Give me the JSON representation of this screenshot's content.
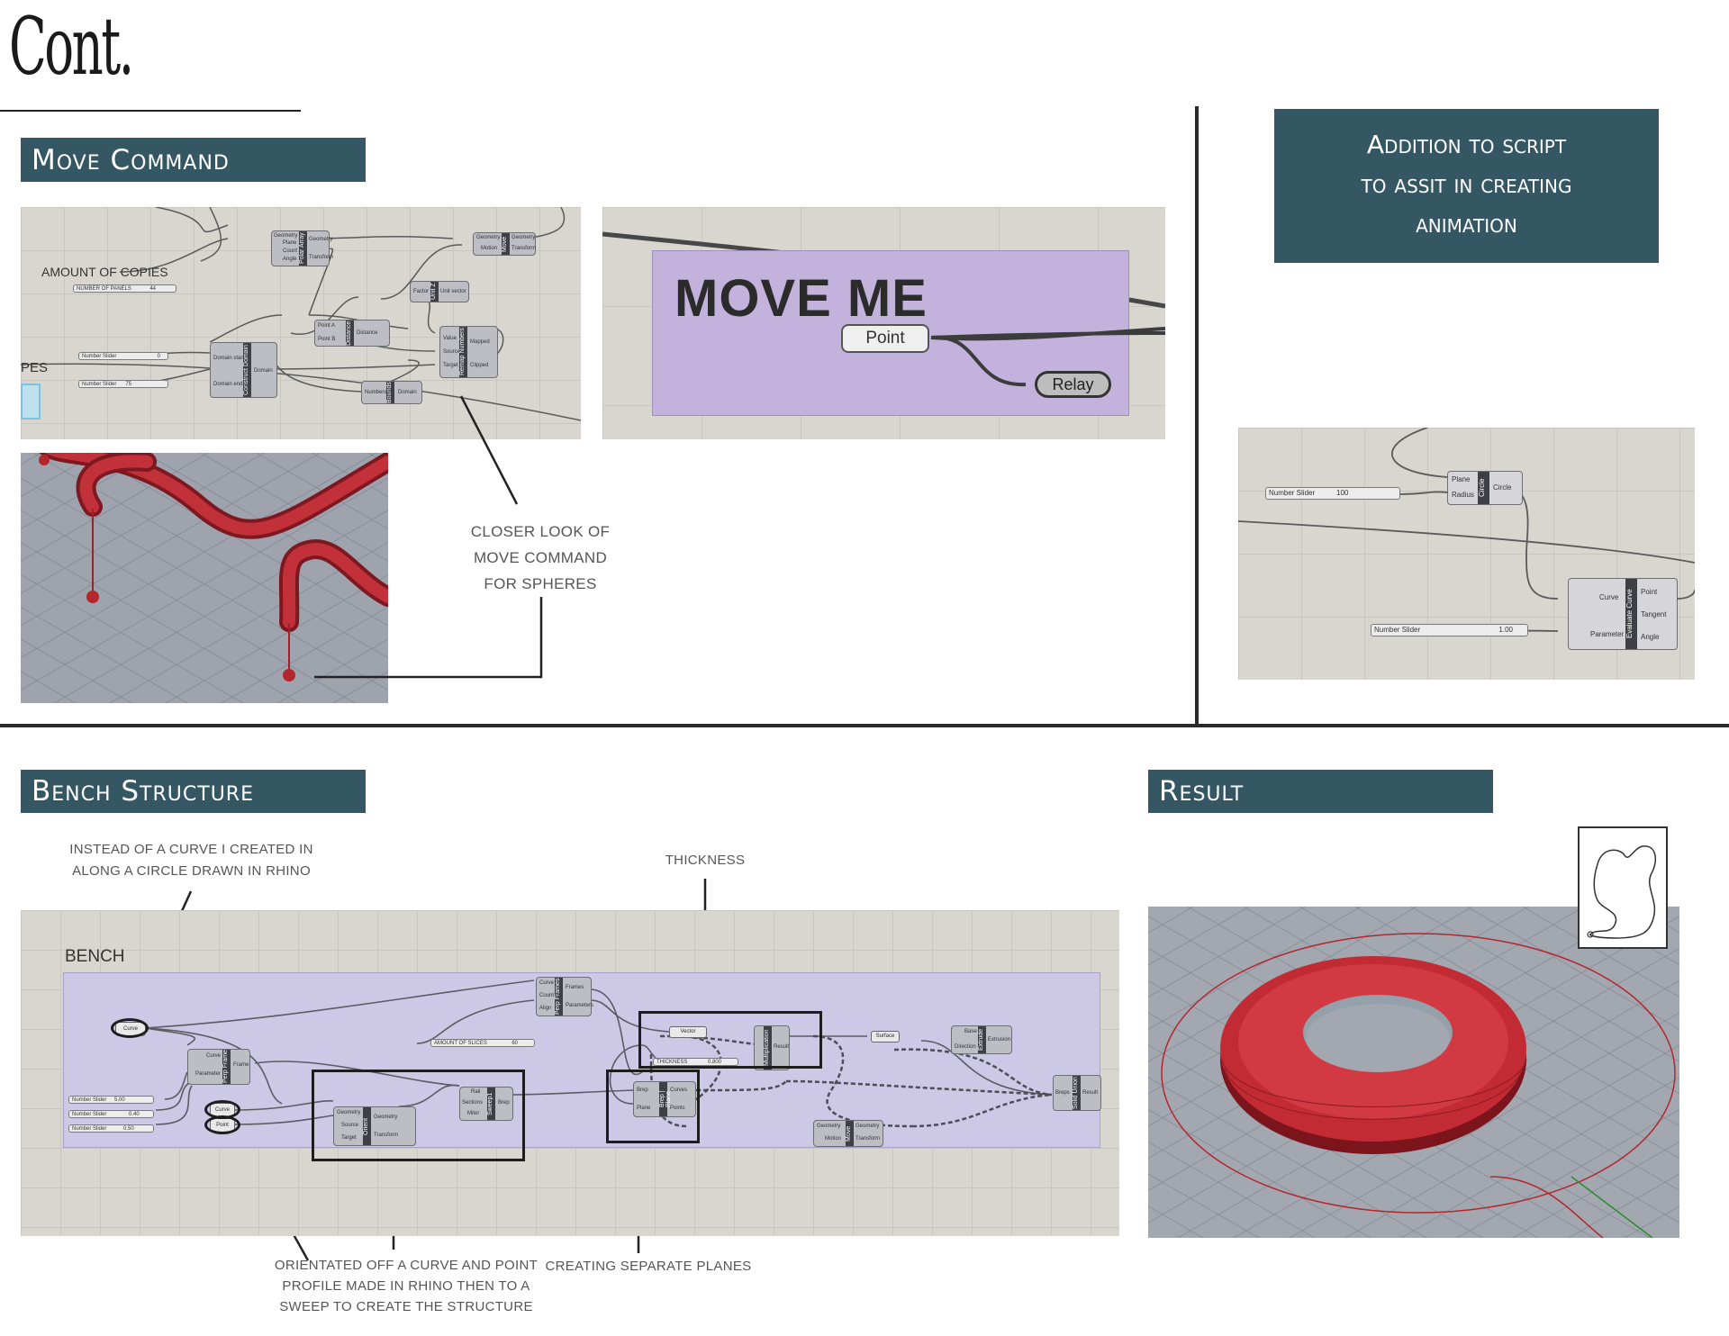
{
  "page_title": "Cont.",
  "sections": {
    "move_command": "Move Command",
    "addition_box": [
      "Addition to script",
      "to assit in creating",
      "animation"
    ],
    "bench_structure": "Bench Structure",
    "result": "Result"
  },
  "labels": {
    "amount_of_copies": "AMOUNT OF COPIES",
    "pes": "PES",
    "move_me": "MOVE ME",
    "point": "Point",
    "relay": "Relay",
    "bench": "BENCH"
  },
  "notes": {
    "closer_look": [
      "CLOSER LOOK OF",
      "MOVE COMMAND",
      "FOR SPHERES"
    ],
    "instead_of_curve": [
      "INSTEAD OF A CURVE I CREATED IN",
      "ALONG A CIRCLE DRAWN IN RHINO"
    ],
    "thickness": "THICKNESS",
    "orientated": [
      "ORIENTATED OFF A CURVE AND POINT",
      "PROFILE MADE IN RHINO THEN TO A",
      "SWEEP TO CREATE THE STRUCTURE"
    ],
    "separate_planes": "CREATING SEPARATE PLANES"
  },
  "grasshopper": {
    "copies_slider": "NUMBER OF PANELS",
    "copies_value": "44",
    "slider_a": "Number Slider",
    "slider_a_value": "0",
    "slider_b": "Number Slider",
    "slider_b_value": "75",
    "polar_array": "Polar Array",
    "polar_inputs": [
      "Geometry",
      "Plane",
      "Count",
      "Angle"
    ],
    "polar_outputs": [
      "Geometry",
      "Transform"
    ],
    "move": "Move",
    "move_inputs": [
      "Geometry",
      "Motion"
    ],
    "move_outputs": [
      "Geometry",
      "Transform"
    ],
    "unit_z": "Unit Z",
    "unit_z_in": "Factor",
    "unit_z_out": "Unit vector",
    "distance": "Distance",
    "distance_inputs": [
      "Point A",
      "Point B"
    ],
    "distance_out": "Distance",
    "construct_domain": "Construct Domain",
    "cd_inputs": [
      "Domain start",
      "Domain end"
    ],
    "cd_out": "Domain",
    "remap": "Remap Numbers",
    "remap_inputs": [
      "Value",
      "Source",
      "Target"
    ],
    "remap_outputs": [
      "Mapped",
      "Clipped"
    ],
    "bounds": "Bounds",
    "bounds_in": "Numbers",
    "bounds_out": "Domain",
    "circle": "Circle",
    "circle_inputs": [
      "Plane",
      "Radius"
    ],
    "circle_out": "Circle",
    "radius_slider": "Number Slider",
    "radius_value": "100",
    "evaluate_curve": "Evaluate Curve",
    "ec_inputs": [
      "Curve",
      "Parameter"
    ],
    "ec_outputs": [
      "Point",
      "Tangent",
      "Angle"
    ],
    "param_slider": "Number Slider",
    "param_value": "1.00",
    "bench_curve": "Curve",
    "bench_curve2": "Curve",
    "bench_point": "Point",
    "perp_frames_1": "Perp Frames",
    "perp_frames_1_inputs": [
      "Curve",
      "Count",
      "Align"
    ],
    "perp_frames_1_outputs": [
      "Frames",
      "Parameters"
    ],
    "perp_frame_2": "Perp Frame",
    "perp_frame_2_inputs": [
      "Curve",
      "Parameter"
    ],
    "perp_frame_2_out": "Frame",
    "slices_slider": "AMOUNT OF SLICES",
    "slices_value": "60",
    "thickness_slider": "THICKNESS",
    "thickness_value": "0.800",
    "bench_sliders": [
      "Number Slider",
      "Number Slider",
      "Number Slider"
    ],
    "bench_slider_values": [
      "5.00",
      "0.40",
      "0.50"
    ],
    "orient": "Orient",
    "orient_inputs": [
      "Geometry",
      "Source",
      "Target"
    ],
    "orient_outputs": [
      "Geometry",
      "Transform"
    ],
    "sweep": "Sweep1",
    "sweep_inputs": [
      "Rail",
      "Sections",
      "Miter"
    ],
    "sweep_out": "Brep",
    "brep_plane": "Brep | Plane",
    "brep_plane_inputs": [
      "Brep",
      "Plane"
    ],
    "brep_plane_outputs": [
      "Curves",
      "Points"
    ],
    "multiplication": "Multiplication",
    "mult_in": "Vector",
    "mult_out": "Result",
    "boundary": "Surface",
    "extrude": "Extrude",
    "extrude_inputs": [
      "Base",
      "Direction"
    ],
    "extrude_out": "Extrusion",
    "move2": "Move",
    "move2_inputs": [
      "Geometry",
      "Motion"
    ],
    "move2_outputs": [
      "Geometry",
      "Transform"
    ],
    "solid_union": "Solid Union",
    "su_in": "Breps",
    "su_out": "Result"
  },
  "colors": {
    "header_bg": "#355663",
    "group_purple": "#c3b3dc",
    "bench_group": "#cdc8e6",
    "tube_red": "#b4262e"
  }
}
